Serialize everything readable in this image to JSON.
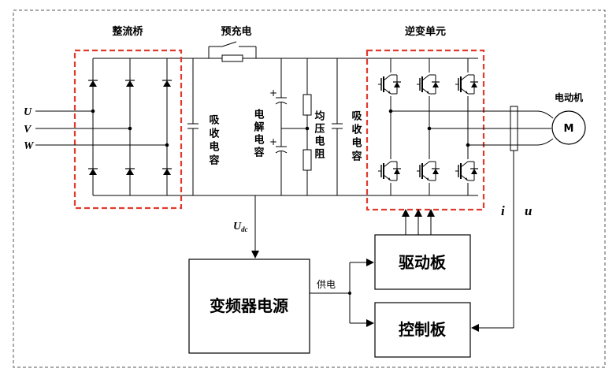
{
  "labels": {
    "rectifier": "整流桥",
    "precharge": "预充电",
    "inverter_unit": "逆变单元",
    "motor": "电动机",
    "motor_symbol": "M",
    "phase_u": "U",
    "phase_v": "V",
    "phase_w": "W",
    "absorb_cap_left": "吸收电容",
    "electrolytic_cap": "电解电容",
    "balance_resistor": "均压电阻",
    "absorb_cap_right": "吸收电容",
    "udc_main": "U",
    "udc_sub": "dc",
    "power_supply": "变频器电源",
    "supply_label": "供电",
    "driver_board": "驱动板",
    "control_board": "控制板",
    "current_symbol": "i",
    "voltage_symbol": "u",
    "plus_sign": "+"
  }
}
